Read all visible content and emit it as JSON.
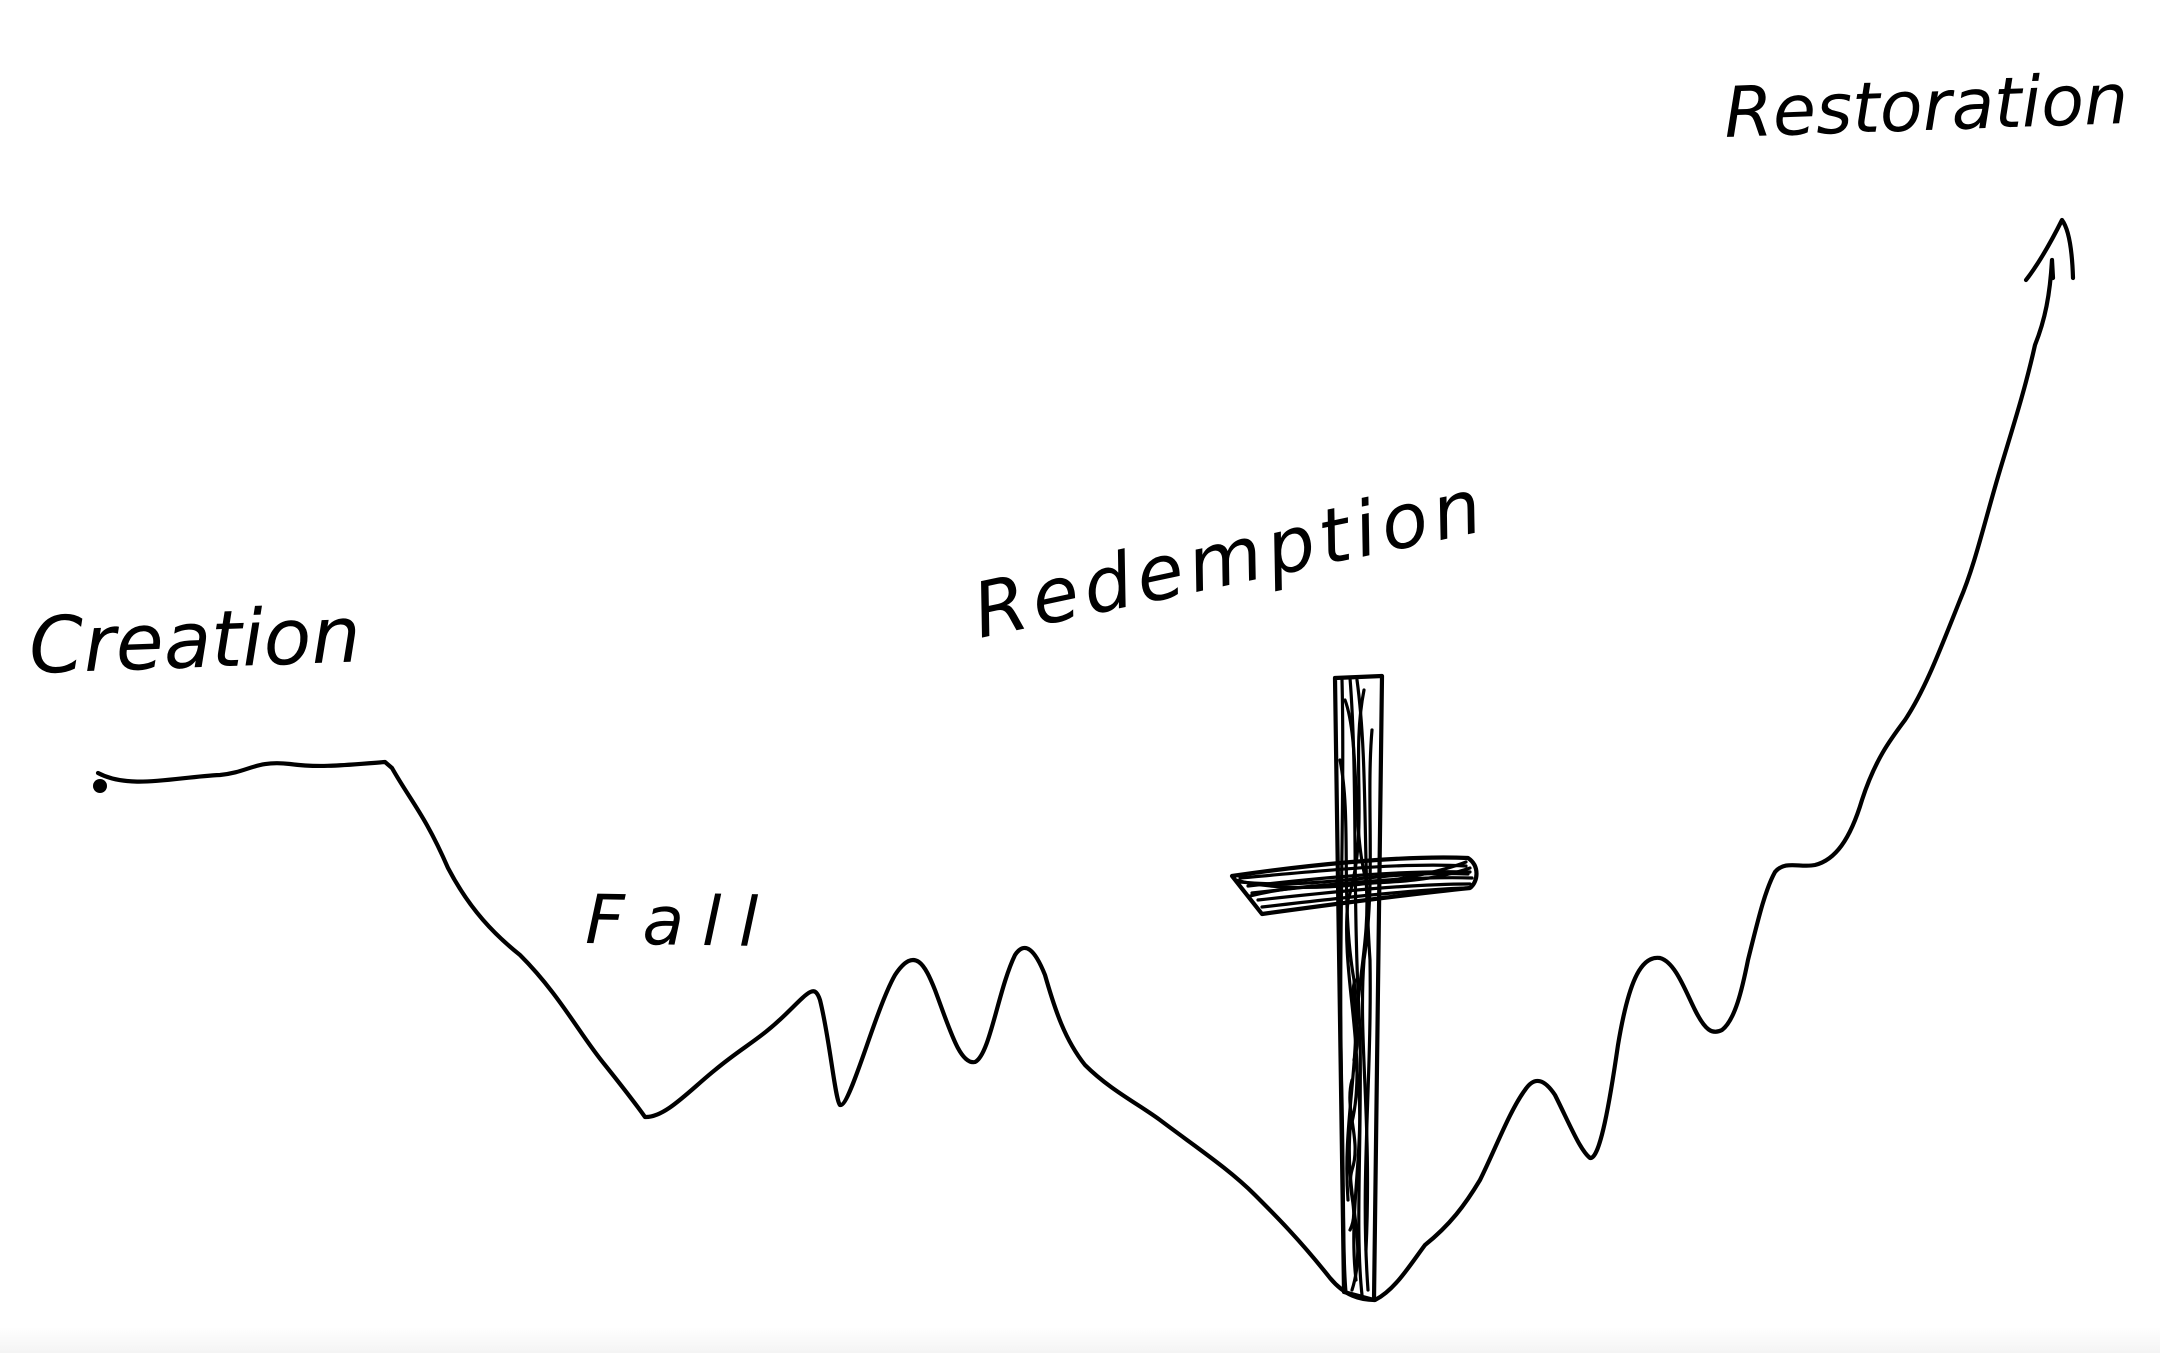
{
  "diagram": {
    "labels": {
      "creation": "Creation",
      "fall": "Fall",
      "redemption": "Redemption",
      "restoration": "Restoration"
    },
    "colors": {
      "ink": "#000000",
      "background": "#ffffff"
    },
    "icons": {
      "cross": "cross-icon",
      "arrow": "arrow-up-icon"
    }
  }
}
